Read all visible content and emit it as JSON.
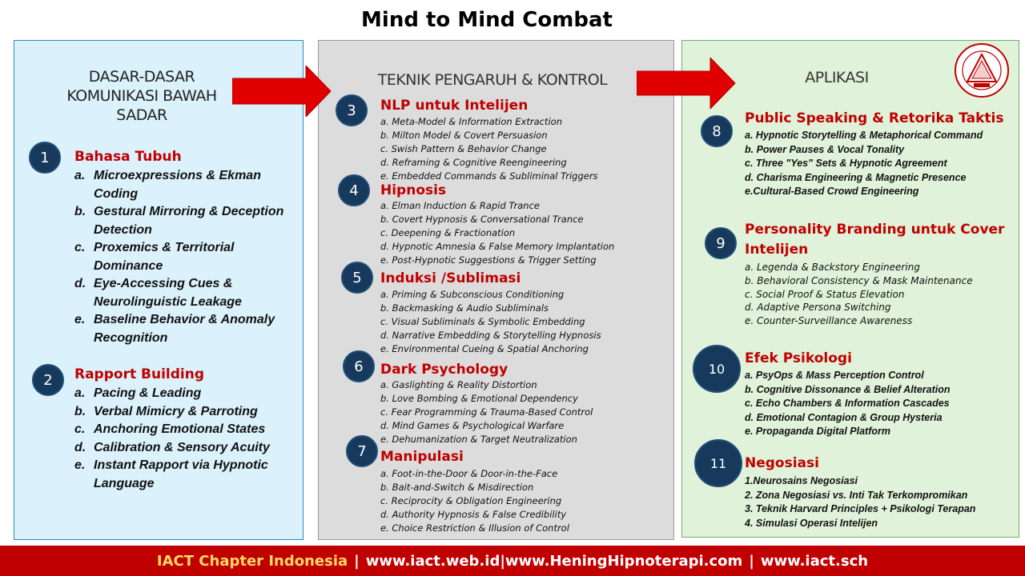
{
  "title": "Mind to Mind Combat",
  "colors": {
    "accent_red": "#c00000",
    "circle_navy": "#17395b",
    "left_bg": "#dbf1fb",
    "center_bg": "#dcdcdc",
    "right_bg": "#e0f2d9"
  },
  "left": {
    "heading": [
      "DASAR-DASAR",
      "KOMUNIKASI BAWAH",
      "SADAR"
    ],
    "sections": [
      {
        "num": "1",
        "title": "Bahasa Tubuh",
        "items": [
          {
            "letter": "a.",
            "text": "Microexpressions & Ekman Coding"
          },
          {
            "letter": "b.",
            "text": "Gestural Mirroring & Deception Detection"
          },
          {
            "letter": "c.",
            "text": "Proxemics & Territorial Dominance"
          },
          {
            "letter": "d.",
            "text": "Eye-Accessing Cues & Neurolinguistic Leakage"
          },
          {
            "letter": "e.",
            "text": "Baseline Behavior & Anomaly Recognition"
          }
        ]
      },
      {
        "num": "2",
        "title": "Rapport Building",
        "items": [
          {
            "letter": "a.",
            "text": "Pacing & Leading"
          },
          {
            "letter": "b.",
            "text": "Verbal Mimicry & Parroting"
          },
          {
            "letter": "c.",
            "text": "Anchoring Emotional States"
          },
          {
            "letter": "d.",
            "text": "Calibration & Sensory Acuity"
          },
          {
            "letter": "e.",
            "text": "Instant Rapport via Hypnotic Language"
          }
        ]
      }
    ]
  },
  "center": {
    "heading": "TEKNIK PENGARUH & KONTROL",
    "sections": [
      {
        "num": "3",
        "title": "NLP untuk Intelijen",
        "items": [
          "a. Meta-Model & Information Extraction",
          "b. Milton Model & Covert Persuasion",
          "c. Swish Pattern & Behavior Change",
          "d. Reframing & Cognitive Reengineering",
          "e. Embedded Commands & Subliminal Triggers"
        ]
      },
      {
        "num": "4",
        "title": "Hipnosis",
        "items": [
          "a. Elman Induction & Rapid Trance",
          "b. Covert Hypnosis & Conversational Trance",
          "c. Deepening & Fractionation",
          "d. Hypnotic Amnesia & False Memory Implantation",
          "e. Post-Hypnotic Suggestions & Trigger Setting"
        ]
      },
      {
        "num": "5",
        "title": "Induksi /Sublimasi",
        "items": [
          "a. Priming & Subconscious Conditioning",
          "b. Backmasking & Audio Subliminals",
          "c. Visual Subliminals & Symbolic Embedding",
          "d. Narrative Embedding & Storytelling Hypnosis",
          "e. Environmental Cueing & Spatial Anchoring"
        ]
      },
      {
        "num": "6",
        "title": "Dark Psychology",
        "items": [
          "a. Gaslighting & Reality Distortion",
          "b. Love Bombing & Emotional Dependency",
          "c. Fear Programming & Trauma-Based Control",
          "d. Mind Games & Psychological Warfare",
          "e. Dehumanization & Target Neutralization"
        ]
      },
      {
        "num": "7",
        "title": "Manipulasi",
        "items": [
          "a. Foot-in-the-Door & Door-in-the-Face",
          "b. Bait-and-Switch & Misdirection",
          "c. Reciprocity & Obligation Engineering",
          "d. Authority Hypnosis & False Credibility",
          "e. Choice Restriction & Illusion of Control"
        ]
      }
    ]
  },
  "right": {
    "heading": "APLIKASI",
    "sections": [
      {
        "num": "8",
        "title": "Public Speaking & Retorika Taktis",
        "items": [
          "a. Hypnotic Storytelling & Metaphorical Command",
          "b. Power Pauses & Vocal Tonality",
          "c. Three \"Yes\" Sets & Hypnotic Agreement",
          "d. Charisma Engineering & Magnetic Presence",
          "e.Cultural-Based Crowd Engineering"
        ]
      },
      {
        "num": "9",
        "title": "Personality Branding untuk Cover Intelijen",
        "items": [
          "a. Legenda & Backstory Engineering",
          "b. Behavioral Consistency & Mask Maintenance",
          "c. Social Proof & Status Elevation",
          "d. Adaptive Persona Switching",
          "e. Counter-Surveillance Awareness"
        ]
      },
      {
        "num": "10",
        "title": "Efek Psikologi",
        "items": [
          "a. PsyOps & Mass Perception Control",
          "b. Cognitive Dissonance & Belief Alteration",
          "c. Echo Chambers & Information Cascades",
          "d. Emotional Contagion & Group Hysteria",
          "e. Propaganda Digital Platform"
        ]
      },
      {
        "num": "11",
        "title": "Negosiasi",
        "items": [
          "1.Neurosains Negosiasi",
          "2. Zona Negosiasi vs. Inti Tak Terkompromikan",
          "3. Teknik Harvard Principles + Psikologi Terapan",
          "4. Simulasi Operasi Intelijen"
        ]
      }
    ]
  },
  "footer": {
    "brand": "IACT Chapter Indonesia",
    "links": [
      "www.iact.web.id",
      "www.HeningHipnoterapi.com",
      "www.iact.sch"
    ]
  }
}
